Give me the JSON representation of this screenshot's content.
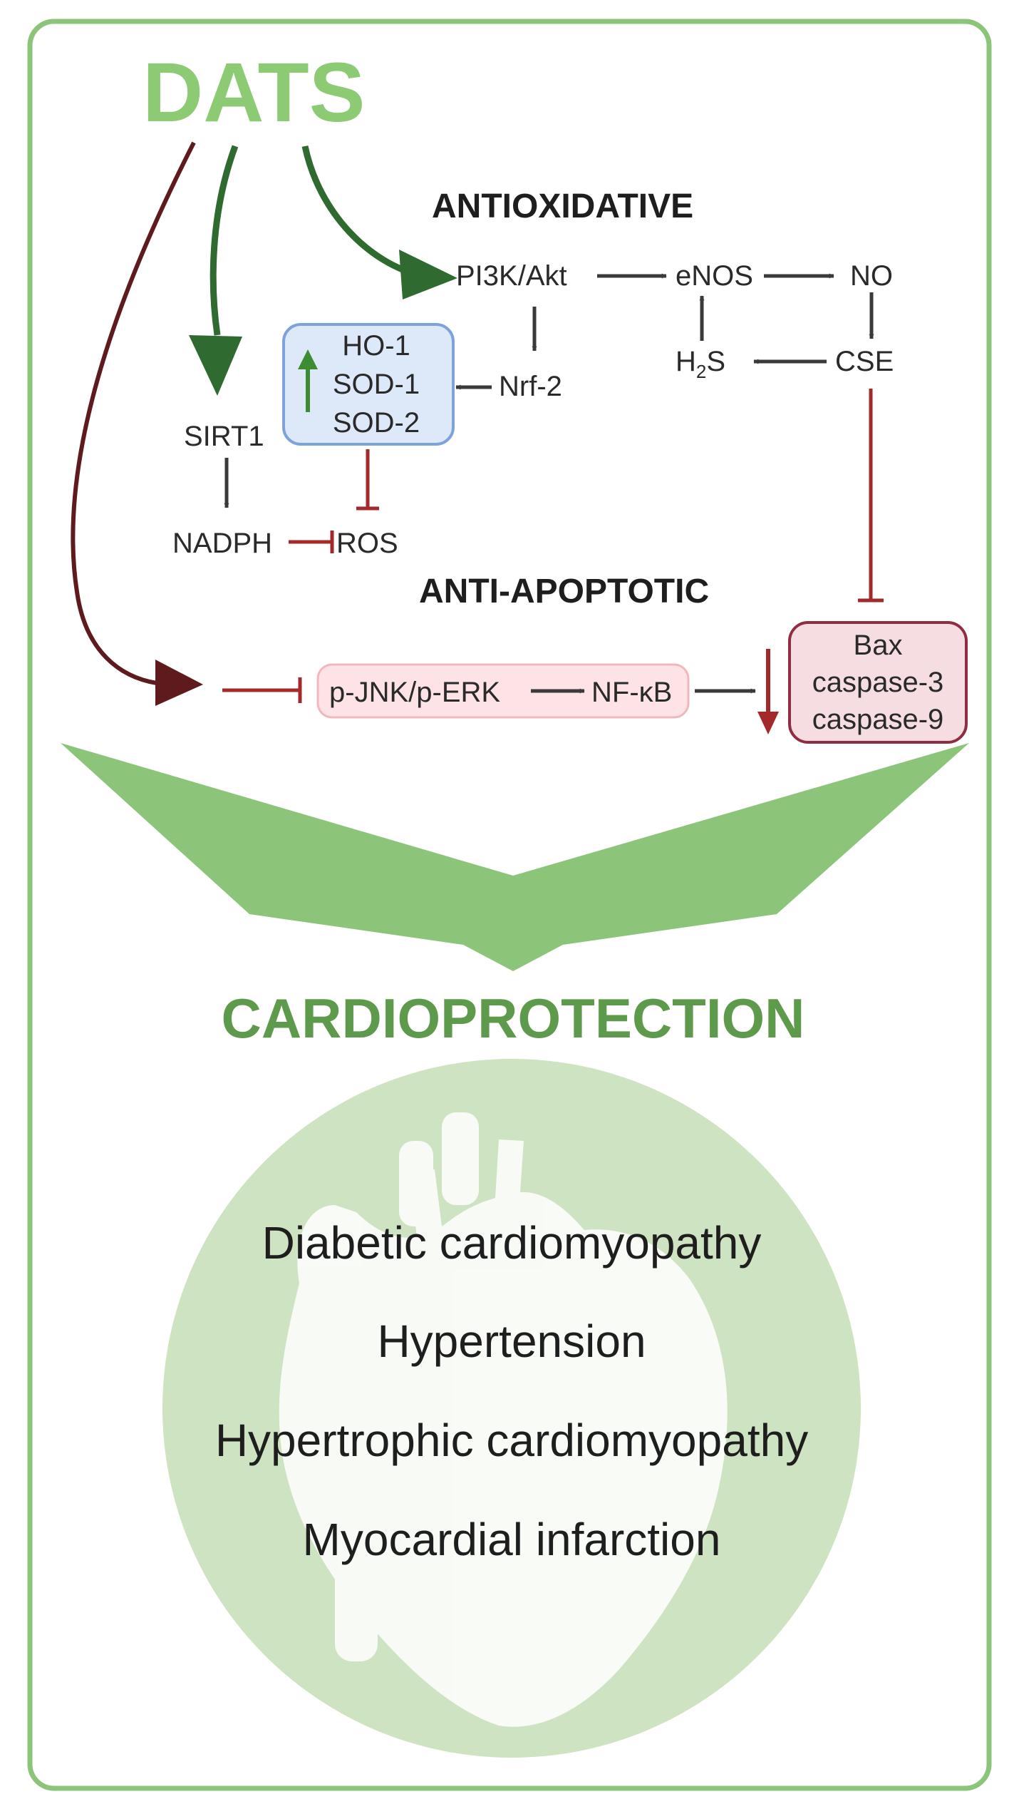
{
  "diagram": {
    "title": "DATS",
    "sections": {
      "antioxidative": "ANTIOXIDATIVE",
      "anti_apoptotic": "ANTI-APOPTOTIC"
    },
    "nodes": {
      "pi3k_akt": "PI3K/Akt",
      "enos": "eNOS",
      "no": "NO",
      "cse": "CSE",
      "h2s_main": "H",
      "h2s_sub": "2",
      "h2s_tail": "S",
      "nrf2": "Nrf-2",
      "ho1": "HO-1",
      "sod1": "SOD-1",
      "sod2": "SOD-2",
      "sirt1": "SIRT1",
      "nadph": "NADPH",
      "ros": "ROS",
      "pjnk_perk": "p-JNK/p-ERK",
      "nfkb": "NF-κB",
      "bax": "Bax",
      "casp3": "caspase-3",
      "casp9": "caspase-9"
    },
    "outcome": "CARDIOPROTECTION",
    "conditions": [
      "Diabetic cardiomyopathy",
      "Hypertension",
      "Hypertrophic cardiomyopathy",
      "Myocardial infarction"
    ],
    "colors": {
      "frame_green": "#8cc47a",
      "title_green": "#8ccb74",
      "dark_green_arrow": "#2f6a30",
      "outcome_green": "#5e9a4c",
      "chevron_green": "#8cc57a",
      "circle_green": "#cde3c1",
      "inhibit_red": "#a3292b",
      "dark_red_arrow": "#5e1a1c",
      "blue_box_fill": "#dde9f9",
      "blue_box_stroke": "#7ea2db",
      "pink_box_fill": "#fde3e6",
      "pink_box_stroke": "#f1b7bf",
      "dark_pink_box_fill": "#f6dde2",
      "dark_pink_box_stroke": "#8e2e43",
      "up_arrow_green": "#3d8b32",
      "text_dark": "#2a2a2a"
    }
  }
}
